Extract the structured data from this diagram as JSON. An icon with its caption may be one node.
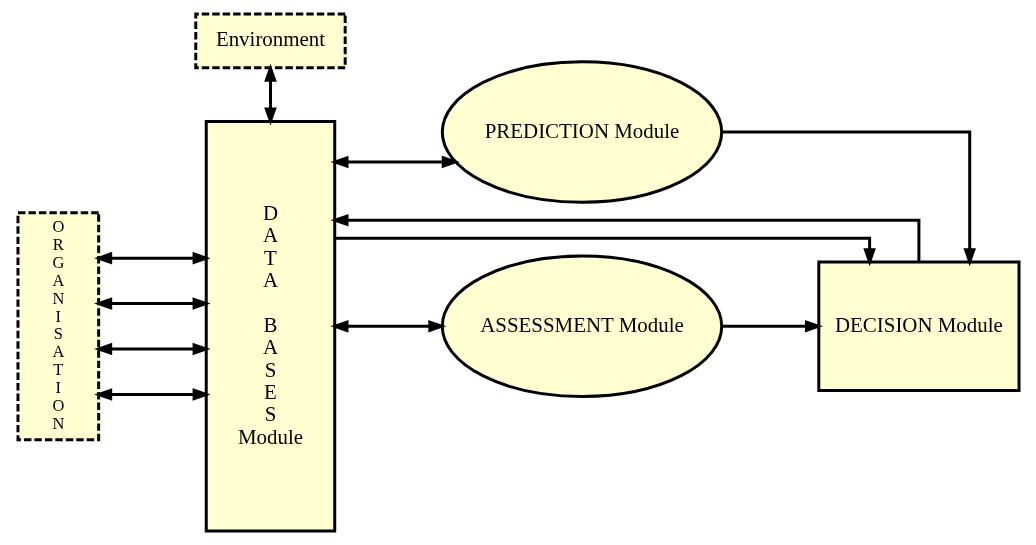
{
  "diagram": {
    "nodes": [
      {
        "text": [
          "Environment"
        ]
      },
      {
        "text": [
          "ORGANISATION"
        ]
      },
      {
        "text": [
          "DATA BASES",
          "Module"
        ]
      },
      {
        "text": [
          "PREDICTION Module"
        ]
      },
      {
        "text": [
          "ASSESSMENT Module"
        ]
      },
      {
        "text": [
          "DECISION Module"
        ]
      }
    ],
    "edges": [
      {
        "from": 0,
        "to": 2,
        "arrow": "both"
      },
      {
        "from": 1,
        "to": 2,
        "arrow": "both"
      },
      {
        "from": 1,
        "to": 2,
        "arrow": "both"
      },
      {
        "from": 1,
        "to": 2,
        "arrow": "both"
      },
      {
        "from": 1,
        "to": 2,
        "arrow": "both"
      },
      {
        "from": 2,
        "to": 3,
        "arrow": "both"
      },
      {
        "from": 2,
        "to": 4,
        "arrow": "both"
      },
      {
        "from": 3,
        "to": 5,
        "arrow": "to"
      },
      {
        "from": 4,
        "to": 5,
        "arrow": "to"
      },
      {
        "from": 5,
        "to": 2,
        "arrow": "to"
      },
      {
        "from": 2,
        "to": 5,
        "arrow": "to"
      }
    ]
  }
}
